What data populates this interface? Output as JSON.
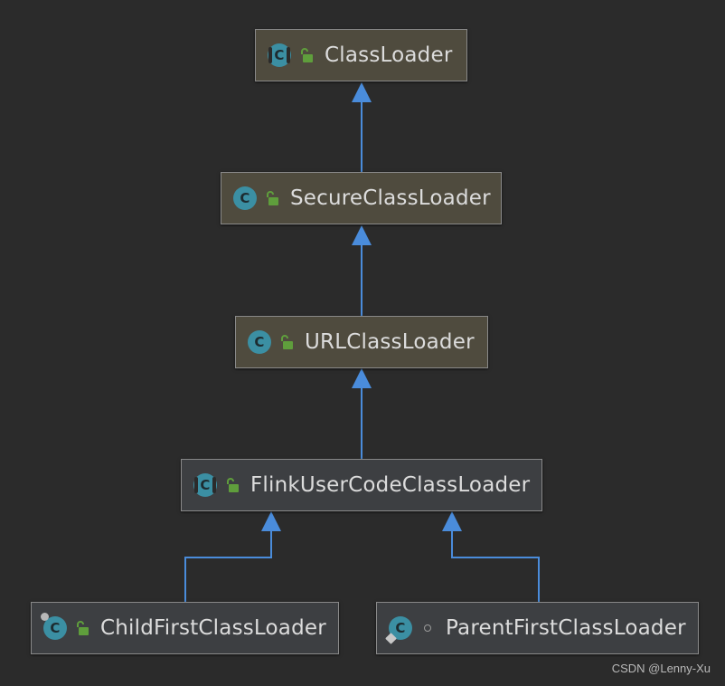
{
  "nodes": [
    {
      "id": "classloader",
      "label": "ClassLoader",
      "icon": "abstract-class-icon",
      "modifier": "public-lock-icon"
    },
    {
      "id": "secure",
      "label": "SecureClassLoader",
      "icon": "class-icon",
      "modifier": "public-lock-icon"
    },
    {
      "id": "url",
      "label": "URLClassLoader",
      "icon": "class-icon",
      "modifier": "public-lock-icon"
    },
    {
      "id": "flink",
      "label": "FlinkUserCodeClassLoader",
      "icon": "abstract-class-icon",
      "modifier": "public-lock-icon"
    },
    {
      "id": "childfirst",
      "label": "ChildFirstClassLoader",
      "icon": "pinned-class-icon",
      "modifier": "public-lock-icon"
    },
    {
      "id": "parentfirst",
      "label": "ParentFirstClassLoader",
      "icon": "tagged-class-icon",
      "modifier": "package-private-dot-icon"
    }
  ],
  "edges": [
    {
      "from": "SecureClassLoader",
      "to": "ClassLoader"
    },
    {
      "from": "URLClassLoader",
      "to": "SecureClassLoader"
    },
    {
      "from": "FlinkUserCodeClassLoader",
      "to": "URLClassLoader"
    },
    {
      "from": "ChildFirstClassLoader",
      "to": "FlinkUserCodeClassLoader"
    },
    {
      "from": "ParentFirstClassLoader",
      "to": "FlinkUserCodeClassLoader"
    }
  ],
  "colors": {
    "background": "#2b2b2b",
    "edge": "#4a8cdb",
    "jdk_node": "#4f4b3e",
    "project_node": "#3d3f42",
    "class_icon": "#3b8fa3",
    "lock_icon": "#5f9e3c"
  },
  "icon_glyph": "C",
  "watermark": "CSDN @Lenny-Xu"
}
